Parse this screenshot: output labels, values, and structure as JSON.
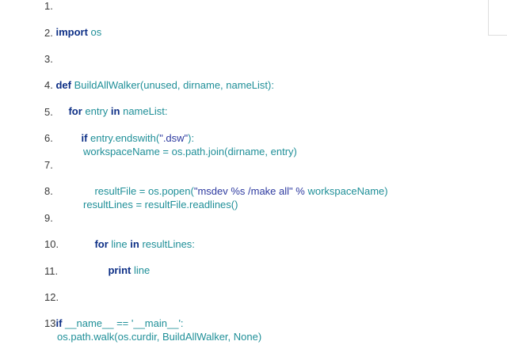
{
  "code": {
    "line_numbers": [
      "1.",
      "2.",
      "3.",
      "4.",
      "5.",
      "6.",
      "7.",
      "8.",
      "9.",
      "10.",
      "11.",
      "12.",
      "13."
    ],
    "l1": {
      "kw": "import",
      "rest": " os"
    },
    "l3": {
      "kw": "def",
      "rest": " BuildAllWalker(unused, dirname, nameList):"
    },
    "l4": {
      "kw1": "for",
      "mid": " entry ",
      "kw2": "in",
      "rest": " nameList:"
    },
    "l5": {
      "kw": "if",
      "pre": " entry.endswith(",
      "str": "\".dsw\"",
      "post": "):"
    },
    "l6": {
      "text": "workspaceName = os.path.join(dirname, entry)"
    },
    "l7": {
      "pre": "resultFile = os.popen(",
      "str": "\"msdev %s /make all\"",
      "op": " % ",
      "post": "workspaceName)"
    },
    "l8": {
      "text": "resultLines = resultFile.readlines()"
    },
    "l9": {
      "kw1": "for",
      "mid": " line ",
      "kw2": "in",
      "rest": " resultLines:"
    },
    "l10": {
      "kw": "print",
      "rest": " line"
    },
    "l12": {
      "kw": "if",
      "rest": " __name__ == '__main__':"
    },
    "l13": {
      "text": "os.path.walk(os.curdir, BuildAllWalker, None)"
    }
  }
}
